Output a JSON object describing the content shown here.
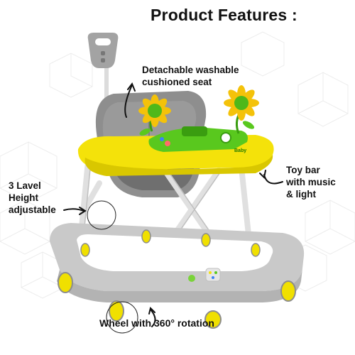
{
  "title": "Product Features :",
  "features": {
    "seat": [
      "Detachable washable",
      "cushioned seat"
    ],
    "height": [
      "3 Lavel",
      "Height",
      "adjustable"
    ],
    "toybar": [
      "Toy bar",
      "with music",
      "& light"
    ],
    "wheel": "Wheel with 360° rotation"
  },
  "toy_logo": "Baby",
  "colors": {
    "frame": "#c9c9c9",
    "tray": "#f4e20a",
    "seat": "#8e8e8e",
    "toy_green": "#59c81e",
    "wheel": "#f0e000",
    "text": "#111111"
  }
}
